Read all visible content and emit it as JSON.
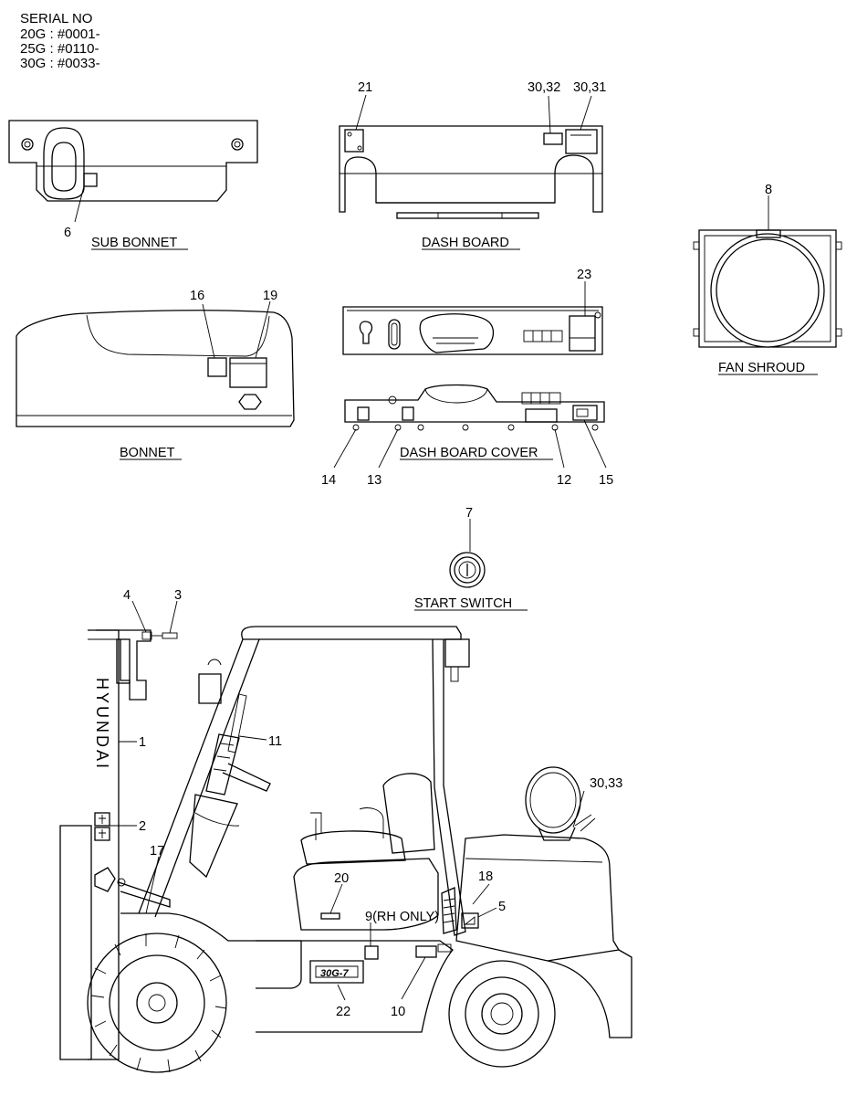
{
  "serial": {
    "heading": "SERIAL NO",
    "lines": [
      "20G : #0001-",
      "25G : #0110-",
      "30G : #0033-"
    ]
  },
  "titles": {
    "sub_bonnet": "SUB BONNET",
    "dash_board": "DASH BOARD",
    "fan_shroud": "FAN SHROUD",
    "bonnet": "BONNET",
    "dash_board_cover": "DASH BOARD COVER",
    "start_switch": "START SWITCH"
  },
  "callouts": {
    "c1": "1",
    "c2": "2",
    "c3": "3",
    "c4": "4",
    "c5": "5",
    "c6": "6",
    "c7": "7",
    "c8": "8",
    "c9": "9(RH ONLY)",
    "c10": "10",
    "c11": "11",
    "c12": "12",
    "c13": "13",
    "c14": "14",
    "c15": "15",
    "c16": "16",
    "c17": "17",
    "c18": "18",
    "c19": "19",
    "c20": "20",
    "c21": "21",
    "c22": "22",
    "c23": "23",
    "c3032": "30,32",
    "c3031": "30,31",
    "c3033": "30,33"
  },
  "decals": {
    "mast_brand": "HYUNDAI",
    "model_plate": "30G-7"
  }
}
